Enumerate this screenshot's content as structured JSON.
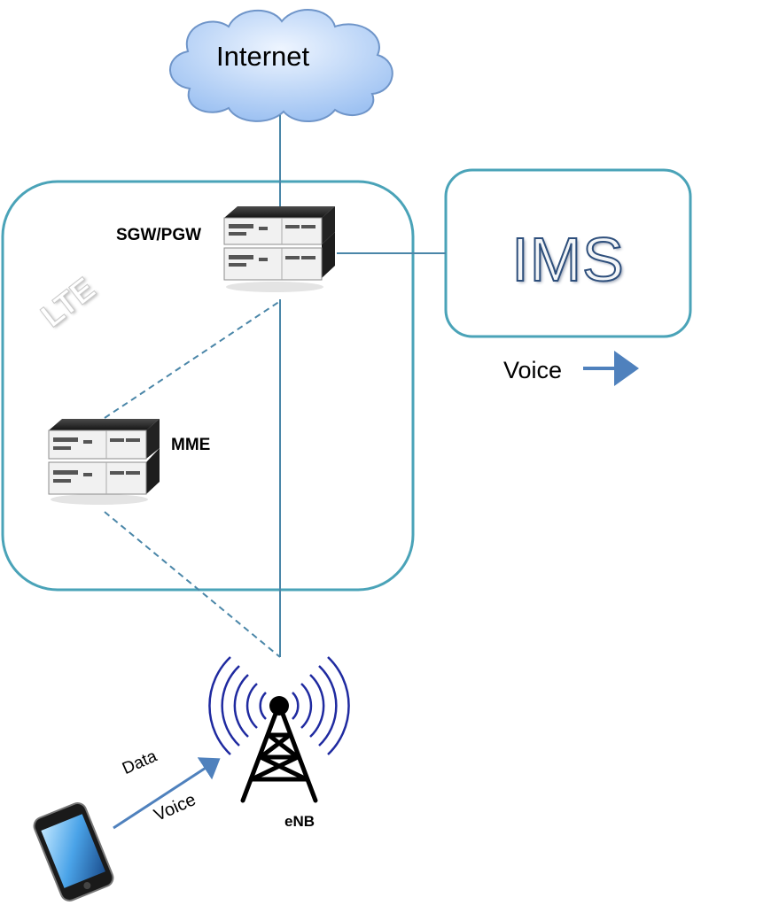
{
  "nodes": {
    "internet": "Internet",
    "sgw_pgw": "SGW/PGW",
    "mme": "MME",
    "ims": "IMS",
    "enb": "eNB",
    "lte": "LTE"
  },
  "labels": {
    "voice_to_ims": "Voice",
    "radio_data": "Data",
    "radio_voice": "Voice"
  },
  "colors": {
    "box_border": "#4aa3b8",
    "link": "#4a86a8",
    "arrow": "#4f81bd",
    "antenna_waves": "#1f2aa0"
  }
}
